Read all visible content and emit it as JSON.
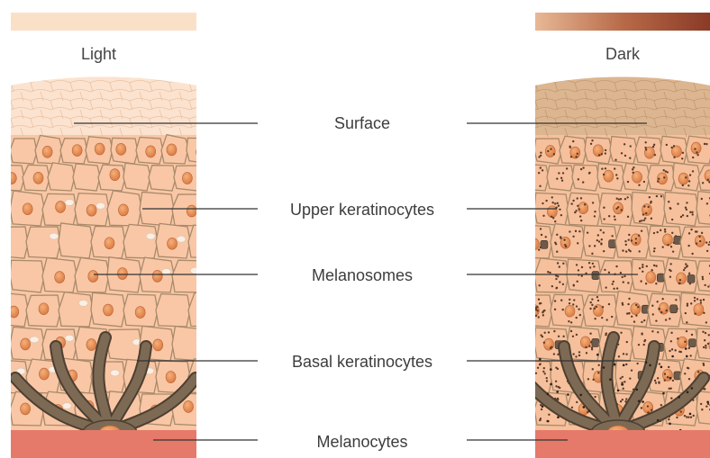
{
  "columns": {
    "light": {
      "label": "Light",
      "swatch_color": "#fbe0c8"
    },
    "dark": {
      "label": "Dark",
      "swatch_colors": [
        "#e8b896",
        "#b86a48",
        "#8a3a26"
      ]
    }
  },
  "layers": [
    {
      "label": "Surface"
    },
    {
      "label": "Upper keratinocytes"
    },
    {
      "label": "Melanosomes"
    },
    {
      "label": "Basal keratinocytes"
    },
    {
      "label": "Melanocytes"
    }
  ],
  "colors": {
    "cell_fill_light": "#f9c7a6",
    "cell_fill_dark": "#f6c09c",
    "cell_border": "#a88a6a",
    "nucleus": "#e08a55",
    "surface_light": "#fce3cf",
    "surface_dark": "#d9b48c",
    "melanocyte": "#7d6a55",
    "dermis": "#e67a6a",
    "line": "#333333"
  }
}
